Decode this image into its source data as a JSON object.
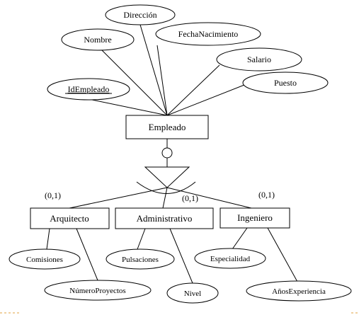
{
  "entity": {
    "name": "Empleado"
  },
  "attributes": {
    "direccion": "Dirección",
    "nombre": "Nombre",
    "fecha_nacimiento": "FechaNacimiento",
    "salario": "Salario",
    "id_empleado": "IdEmpleado",
    "puesto": "Puesto"
  },
  "subtypes": {
    "arquitecto": {
      "name": "Arquitecto",
      "cardinality": "(0,1)"
    },
    "administrativo": {
      "name": "Administrativo",
      "cardinality": "(0,1)"
    },
    "ingeniero": {
      "name": "Ingeniero",
      "cardinality": "(0,1)"
    }
  },
  "subtype_attributes": {
    "comisiones": "Comisiones",
    "numero_proyectos": "NúmeroProyectos",
    "pulsaciones": "Pulsaciones",
    "nivel": "Nivel",
    "especialidad": "Especialidad",
    "anios_experiencia": "AñosExperiencia"
  }
}
